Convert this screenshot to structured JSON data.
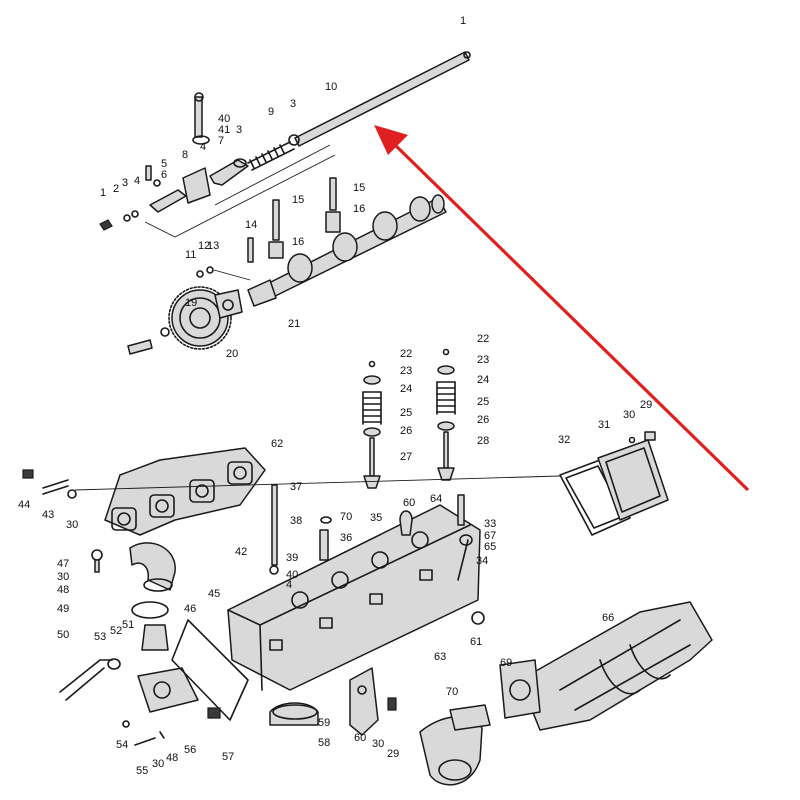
{
  "colors": {
    "background": "#ffffff",
    "line": "#1a1a1a",
    "arrow": "#e02020"
  },
  "callouts": {
    "c1a": "1",
    "c10": "10",
    "c40a": "40",
    "c41": "41",
    "c9": "9",
    "c3a": "3",
    "c3b": "3",
    "c4a": "4",
    "c7": "7",
    "c8": "8",
    "c5": "5",
    "c6": "6",
    "c1b": "1",
    "c2": "2",
    "c3c": "3",
    "c4b": "4",
    "c15a": "15",
    "c16a": "16",
    "c15b": "15",
    "c16b": "16",
    "c14": "14",
    "c11": "11",
    "c12": "12",
    "c13": "13",
    "c19": "19",
    "c20": "20",
    "c21": "21",
    "c22a": "22",
    "c23a": "23",
    "c24a": "24",
    "c25a": "25",
    "c26a": "26",
    "c27": "27",
    "c22b": "22",
    "c23b": "23",
    "c24b": "24",
    "c25b": "25",
    "c26b": "26",
    "c28": "28",
    "c62": "62",
    "c44": "44",
    "c43": "43",
    "c30a": "30",
    "c37": "37",
    "c38": "38",
    "c70a": "70",
    "c36": "36",
    "c35": "35",
    "c60a": "60",
    "c64": "64",
    "c33": "33",
    "c67": "67",
    "c65": "65",
    "c34": "34",
    "c32": "32",
    "c31": "31",
    "c30b": "30",
    "c29a": "29",
    "c47": "47",
    "c30c": "30",
    "c48a": "48",
    "c49": "49",
    "c42": "42",
    "c39": "39",
    "c40b": "40",
    "c4c": "4",
    "c45": "45",
    "c50": "50",
    "c51": "51",
    "c46": "46",
    "c52": "52",
    "c53": "53",
    "c61": "61",
    "c63": "63",
    "c66": "66",
    "c69": "69",
    "c70b": "70",
    "c59": "59",
    "c58": "58",
    "c60b": "60",
    "c30d": "30",
    "c29b": "29",
    "c54": "54",
    "c30e": "30",
    "c48b": "48",
    "c56": "56",
    "c57": "57",
    "c55": "55"
  }
}
